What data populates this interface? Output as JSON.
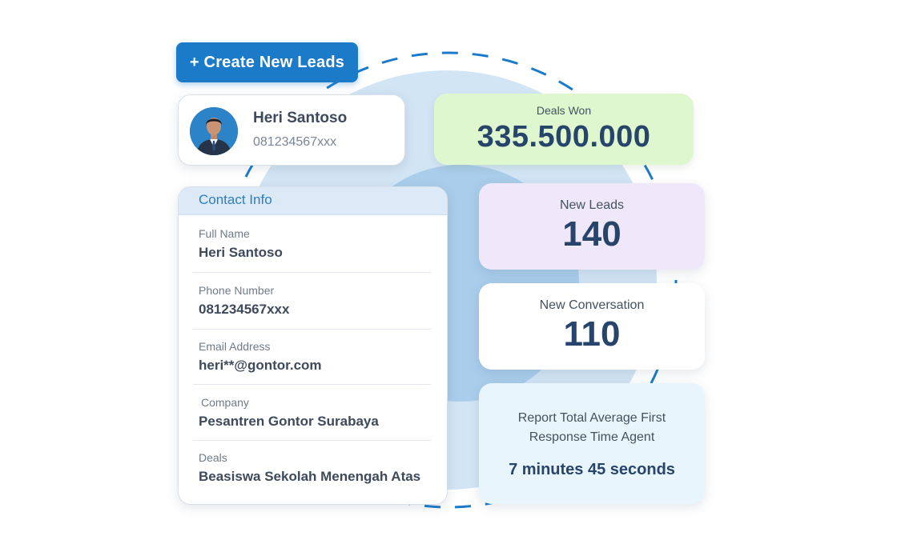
{
  "create_button": {
    "label": "+ Create New Leads"
  },
  "profile": {
    "name": "Heri Santoso",
    "phone": "081234567xxx"
  },
  "contact_info": {
    "title": "Contact Info",
    "fields": [
      {
        "label": "Full Name",
        "value": "Heri Santoso"
      },
      {
        "label": "Phone Number",
        "value": "081234567xxx"
      },
      {
        "label": "Email Address",
        "value": "heri**@gontor.com"
      },
      {
        "label": "Company",
        "value": "Pesantren Gontor Surabaya"
      },
      {
        "label": "Deals",
        "value": "Beasiswa Sekolah Menengah Atas"
      }
    ]
  },
  "stats": {
    "deals_won": {
      "label": "Deals Won",
      "value": "335.500.000"
    },
    "new_leads": {
      "label": "New Leads",
      "value": "140"
    },
    "new_conversation": {
      "label": "New Conversation",
      "value": "110"
    },
    "report": {
      "label": "Report Total Average First Response Time Agent",
      "value": "7 minutes 45 seconds"
    }
  },
  "colors": {
    "primary": "#1c7bc9",
    "deals_bg": "#dff7cf",
    "leads_bg": "#efe8fb",
    "report_bg": "#e9f5fd",
    "value_text": "#27446a"
  }
}
